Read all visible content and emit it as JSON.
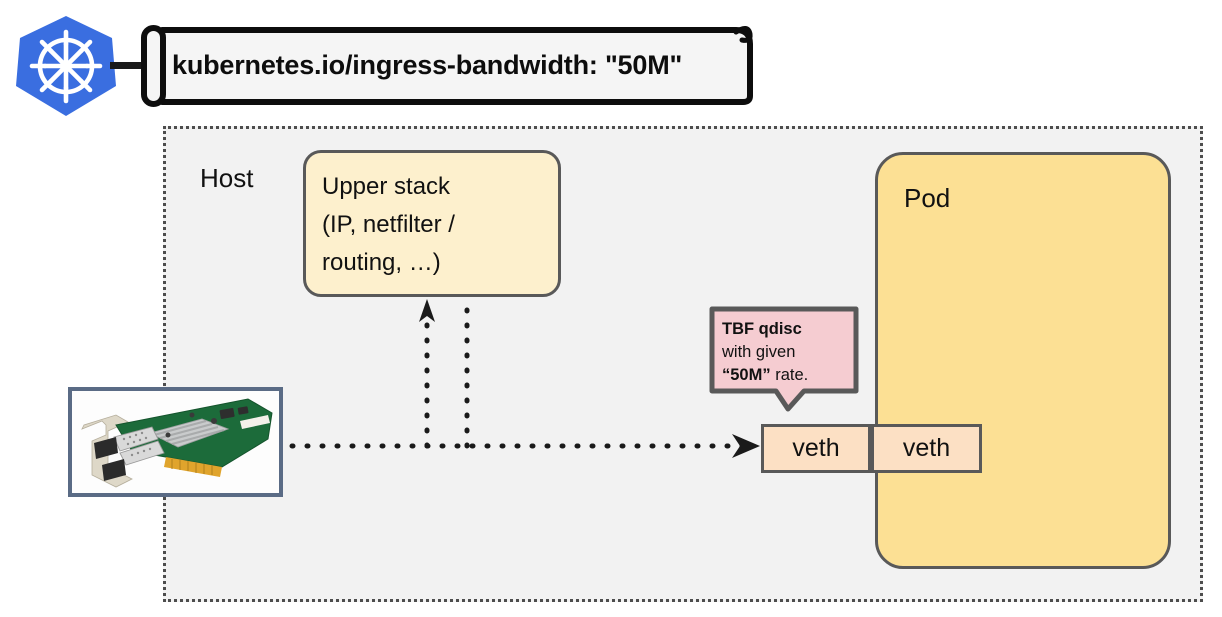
{
  "annotation": {
    "icon": "kubernetes-logo",
    "text": "kubernetes.io/ingress-bandwidth: \"50M\""
  },
  "host": {
    "label": "Host"
  },
  "upper_stack": {
    "label": "Upper stack\n(IP,  netfilter /\nrouting, …)"
  },
  "pod": {
    "label": "Pod"
  },
  "veth": {
    "host_side": "veth",
    "pod_side": "veth"
  },
  "nic": {
    "alt": "network-interface-card"
  },
  "callout": {
    "line1": "TBF qdisc",
    "line2": "with given",
    "line3_quoted": "“50M”",
    "line3_rest": " rate."
  },
  "colors": {
    "k8s_blue": "#3a6ee0",
    "host_fill": "#f2f2f2",
    "host_border": "#4d4d4d",
    "upper_stack_fill": "#fdf0cd",
    "pod_fill": "#fce094",
    "veth_fill": "#fce0c4",
    "box_border": "#595959",
    "callout_fill": "#f5ccd1",
    "callout_border": "#595959",
    "nic_border": "#5a6b85",
    "line": "#1a1a1a"
  }
}
